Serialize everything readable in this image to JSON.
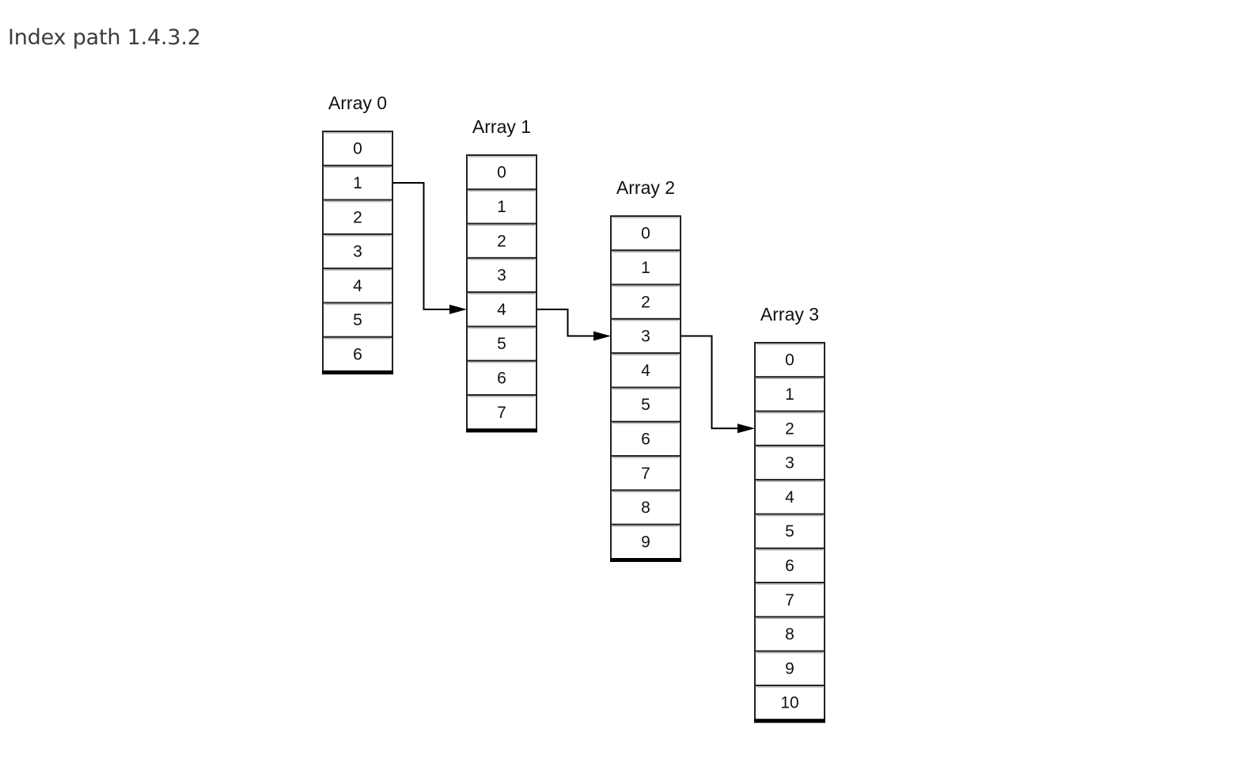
{
  "title": "Index path 1.4.3.2",
  "arrays": [
    {
      "label": "Array 0",
      "cells": [
        "0",
        "1",
        "2",
        "3",
        "4",
        "5",
        "6"
      ],
      "selected_index": 1
    },
    {
      "label": "Array 1",
      "cells": [
        "0",
        "1",
        "2",
        "3",
        "4",
        "5",
        "6",
        "7"
      ],
      "selected_index": 4
    },
    {
      "label": "Array 2",
      "cells": [
        "0",
        "1",
        "2",
        "3",
        "4",
        "5",
        "6",
        "7",
        "8",
        "9"
      ],
      "selected_index": 3
    },
    {
      "label": "Array 3",
      "cells": [
        "0",
        "1",
        "2",
        "3",
        "4",
        "5",
        "6",
        "7",
        "8",
        "9",
        "10"
      ],
      "selected_index": 2
    }
  ],
  "links": [
    {
      "from_array": 0,
      "from_index": 1,
      "to_array": 1,
      "to_index": 4
    },
    {
      "from_array": 1,
      "from_index": 4,
      "to_array": 2,
      "to_index": 3
    },
    {
      "from_array": 2,
      "from_index": 3,
      "to_array": 3,
      "to_index": 2
    }
  ]
}
